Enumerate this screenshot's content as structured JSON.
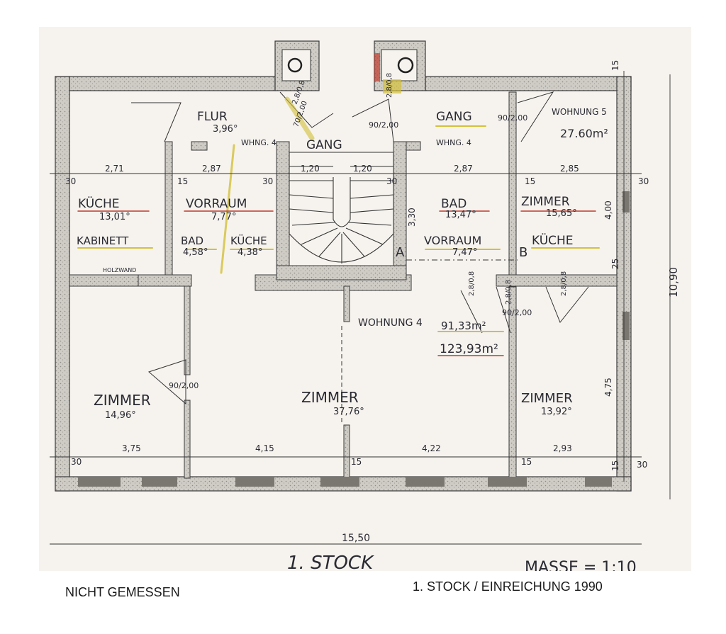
{
  "plan": {
    "floor_title": "1. STOCK",
    "scale_label": "MASSE = 1:10",
    "total_width": "15,50",
    "total_height": "10,90",
    "colors": {
      "paper": "#f6f3ee",
      "wall": "#c9c7c2",
      "ink": "#2a2a33",
      "red": "#c0392b",
      "yellow": "#d4c13a"
    },
    "rooms": [
      {
        "name": "FLUR",
        "area": "3,96°"
      },
      {
        "name": "GANG",
        "area": ""
      },
      {
        "name": "GANG",
        "area": ""
      },
      {
        "name": "KÜCHE",
        "area": "13,01°"
      },
      {
        "name": "KABINETT",
        "area": ""
      },
      {
        "name": "VORRAUM",
        "area": "7,77°"
      },
      {
        "name": "BAD",
        "area": "4,58°"
      },
      {
        "name": "KÜCHE",
        "area": "4,38°"
      },
      {
        "name": "BAD",
        "area": "13,47°"
      },
      {
        "name": "VORRAUM",
        "area": "7,47°"
      },
      {
        "name": "ZIMMER",
        "area": "15,65°"
      },
      {
        "name": "KÜCHE",
        "area": ""
      },
      {
        "name": "ZIMMER",
        "area": "14,96°"
      },
      {
        "name": "ZIMMER",
        "area": "37,76°"
      },
      {
        "name": "ZIMMER",
        "area": "13,92°"
      }
    ],
    "labels": {
      "whng4_left": "WHNG. 4",
      "whng4_right": "WHNG. 4",
      "holzwand": "HOLZWAND",
      "wohnung5": "WOHNUNG 5",
      "wohnung5_area": "27.60m²",
      "wohnung4": "WOHNUNG 4",
      "wohnung4_area1": "91,33m²",
      "wohnung4_area2": "123,93m²",
      "section_a": "A",
      "section_b": "B"
    },
    "dims": {
      "top_row": [
        "30",
        "2,71",
        "15",
        "2,87",
        "30",
        "1,20",
        "1,20",
        "30",
        "2,87",
        "15",
        "2,85",
        "30"
      ],
      "bottom_row": [
        "30",
        "3,75",
        "4,15",
        "15",
        "4,22",
        "15",
        "2,93",
        "30"
      ],
      "right": [
        "15",
        "4,00",
        "25",
        "4,75",
        "15"
      ],
      "stair_330": "3,30",
      "doors": [
        "90/2,00",
        "90/2,00",
        "90/2,00",
        "90/2,00",
        "70/2,00",
        "2,8/0,8",
        "2,8/0,8",
        "2,8/0,8",
        "2,8/0,8",
        "2,8/0,8"
      ]
    }
  },
  "captions": {
    "left": "NICHT GEMESSEN",
    "right": "1. STOCK / EINREICHUNG 1990"
  }
}
